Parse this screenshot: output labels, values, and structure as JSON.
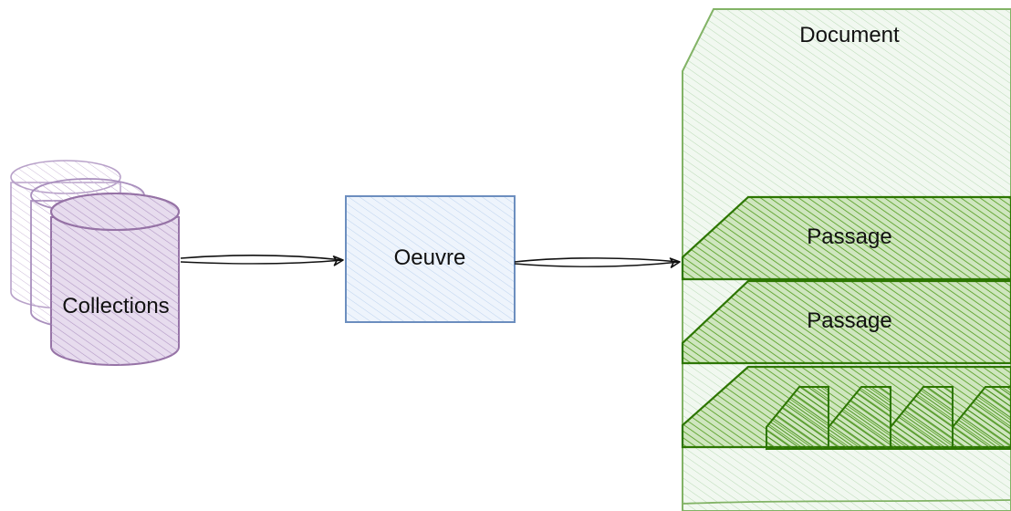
{
  "nodes": {
    "collections": {
      "label": "Collections"
    },
    "oeuvre": {
      "label": "Oeuvre"
    },
    "document": {
      "label": "Document"
    },
    "passage_1": {
      "label": "Passage"
    },
    "passage_2": {
      "label": "Passage"
    }
  },
  "colors": {
    "collections_fill": "#e1d5e7",
    "collections_stroke": "#9673a6",
    "oeuvre_fill": "#dae8fc",
    "oeuvre_stroke": "#6c8ebf",
    "document_fill": "#d5e8d4",
    "document_stroke": "#82b366",
    "passage_fill": "#60a917",
    "passage_stroke": "#2d7600",
    "arrow": "#111111"
  }
}
